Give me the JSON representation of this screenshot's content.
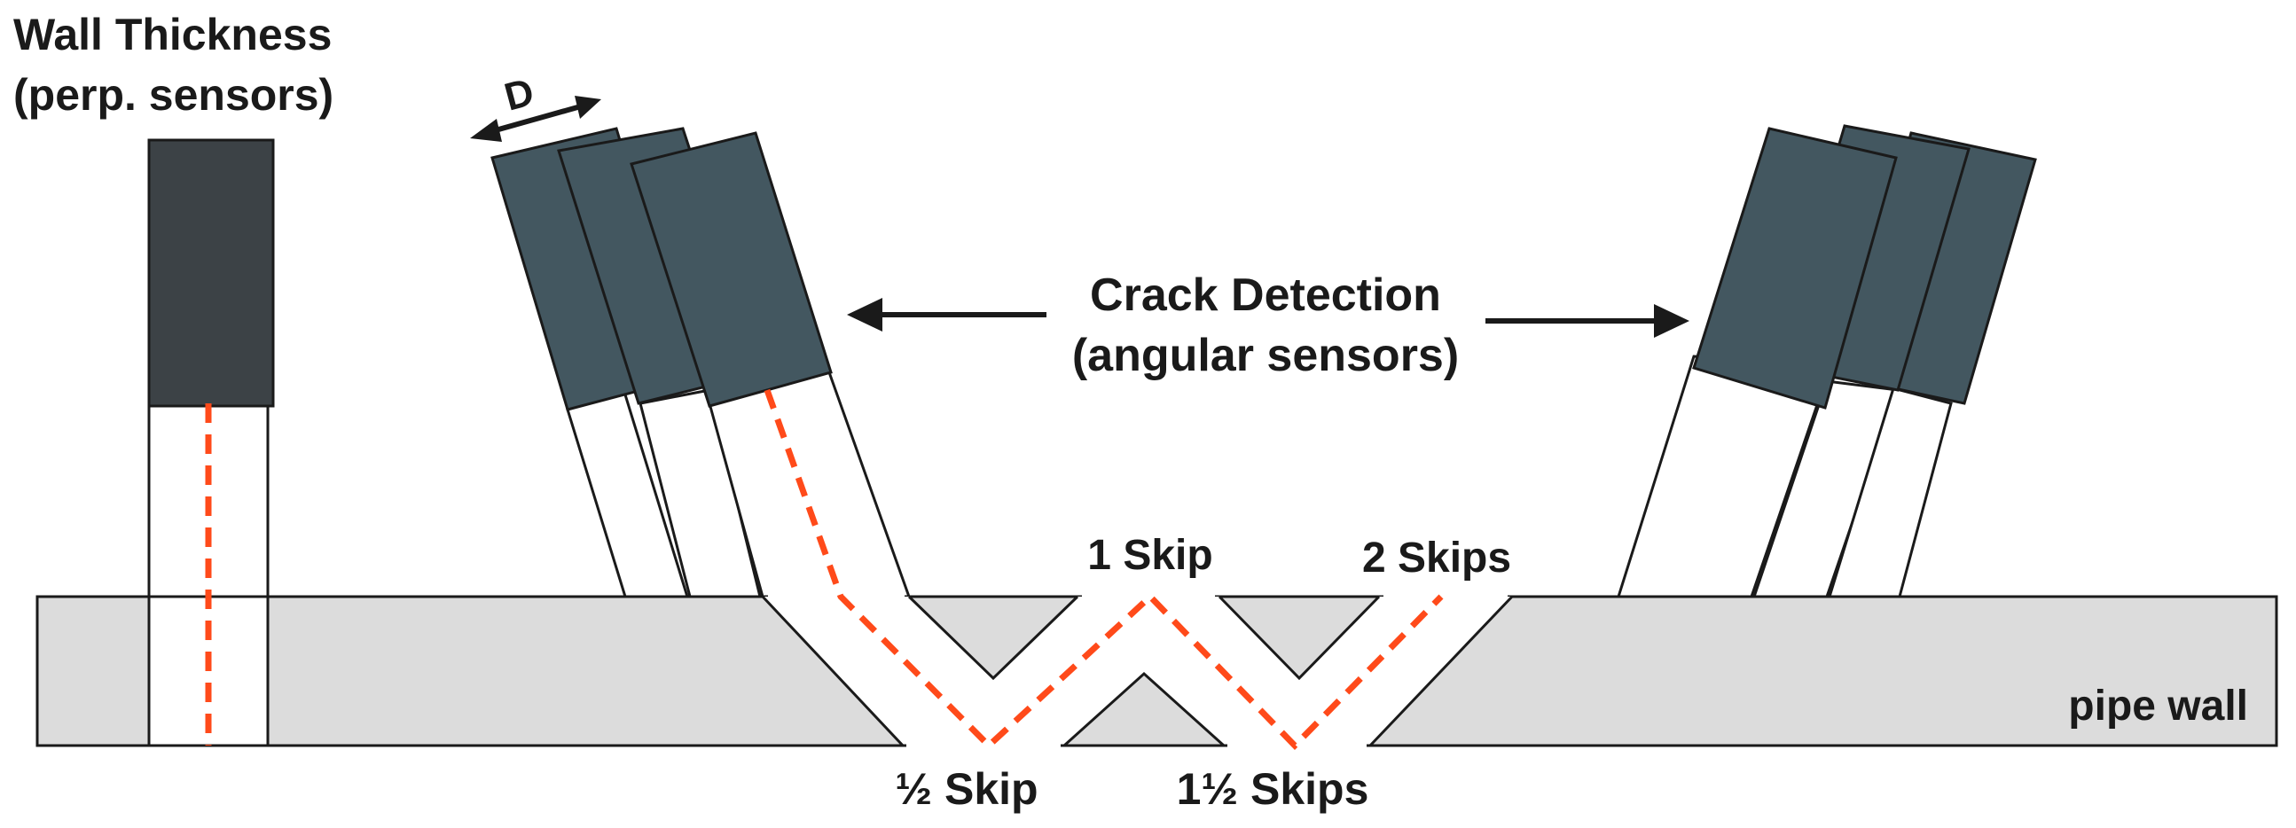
{
  "labels": {
    "wall_thickness_line1": "Wall Thickness",
    "wall_thickness_line2": "(perp. sensors)",
    "d": "D",
    "crack_detection_line1": "Crack Detection",
    "crack_detection_line2": "(angular sensors)",
    "one_skip": "1 Skip",
    "two_skips": "2 Skips",
    "half_skip": "½ Skip",
    "one_half_skips": "1½ Skips",
    "pipe_wall": "pipe wall"
  },
  "colors": {
    "sensor_perpendicular": "#3c4246",
    "sensor_angular": "#435760",
    "pipe_wall": "#dcdcdc",
    "beam": "#ff4a1a",
    "outline": "#1a1a1a"
  }
}
